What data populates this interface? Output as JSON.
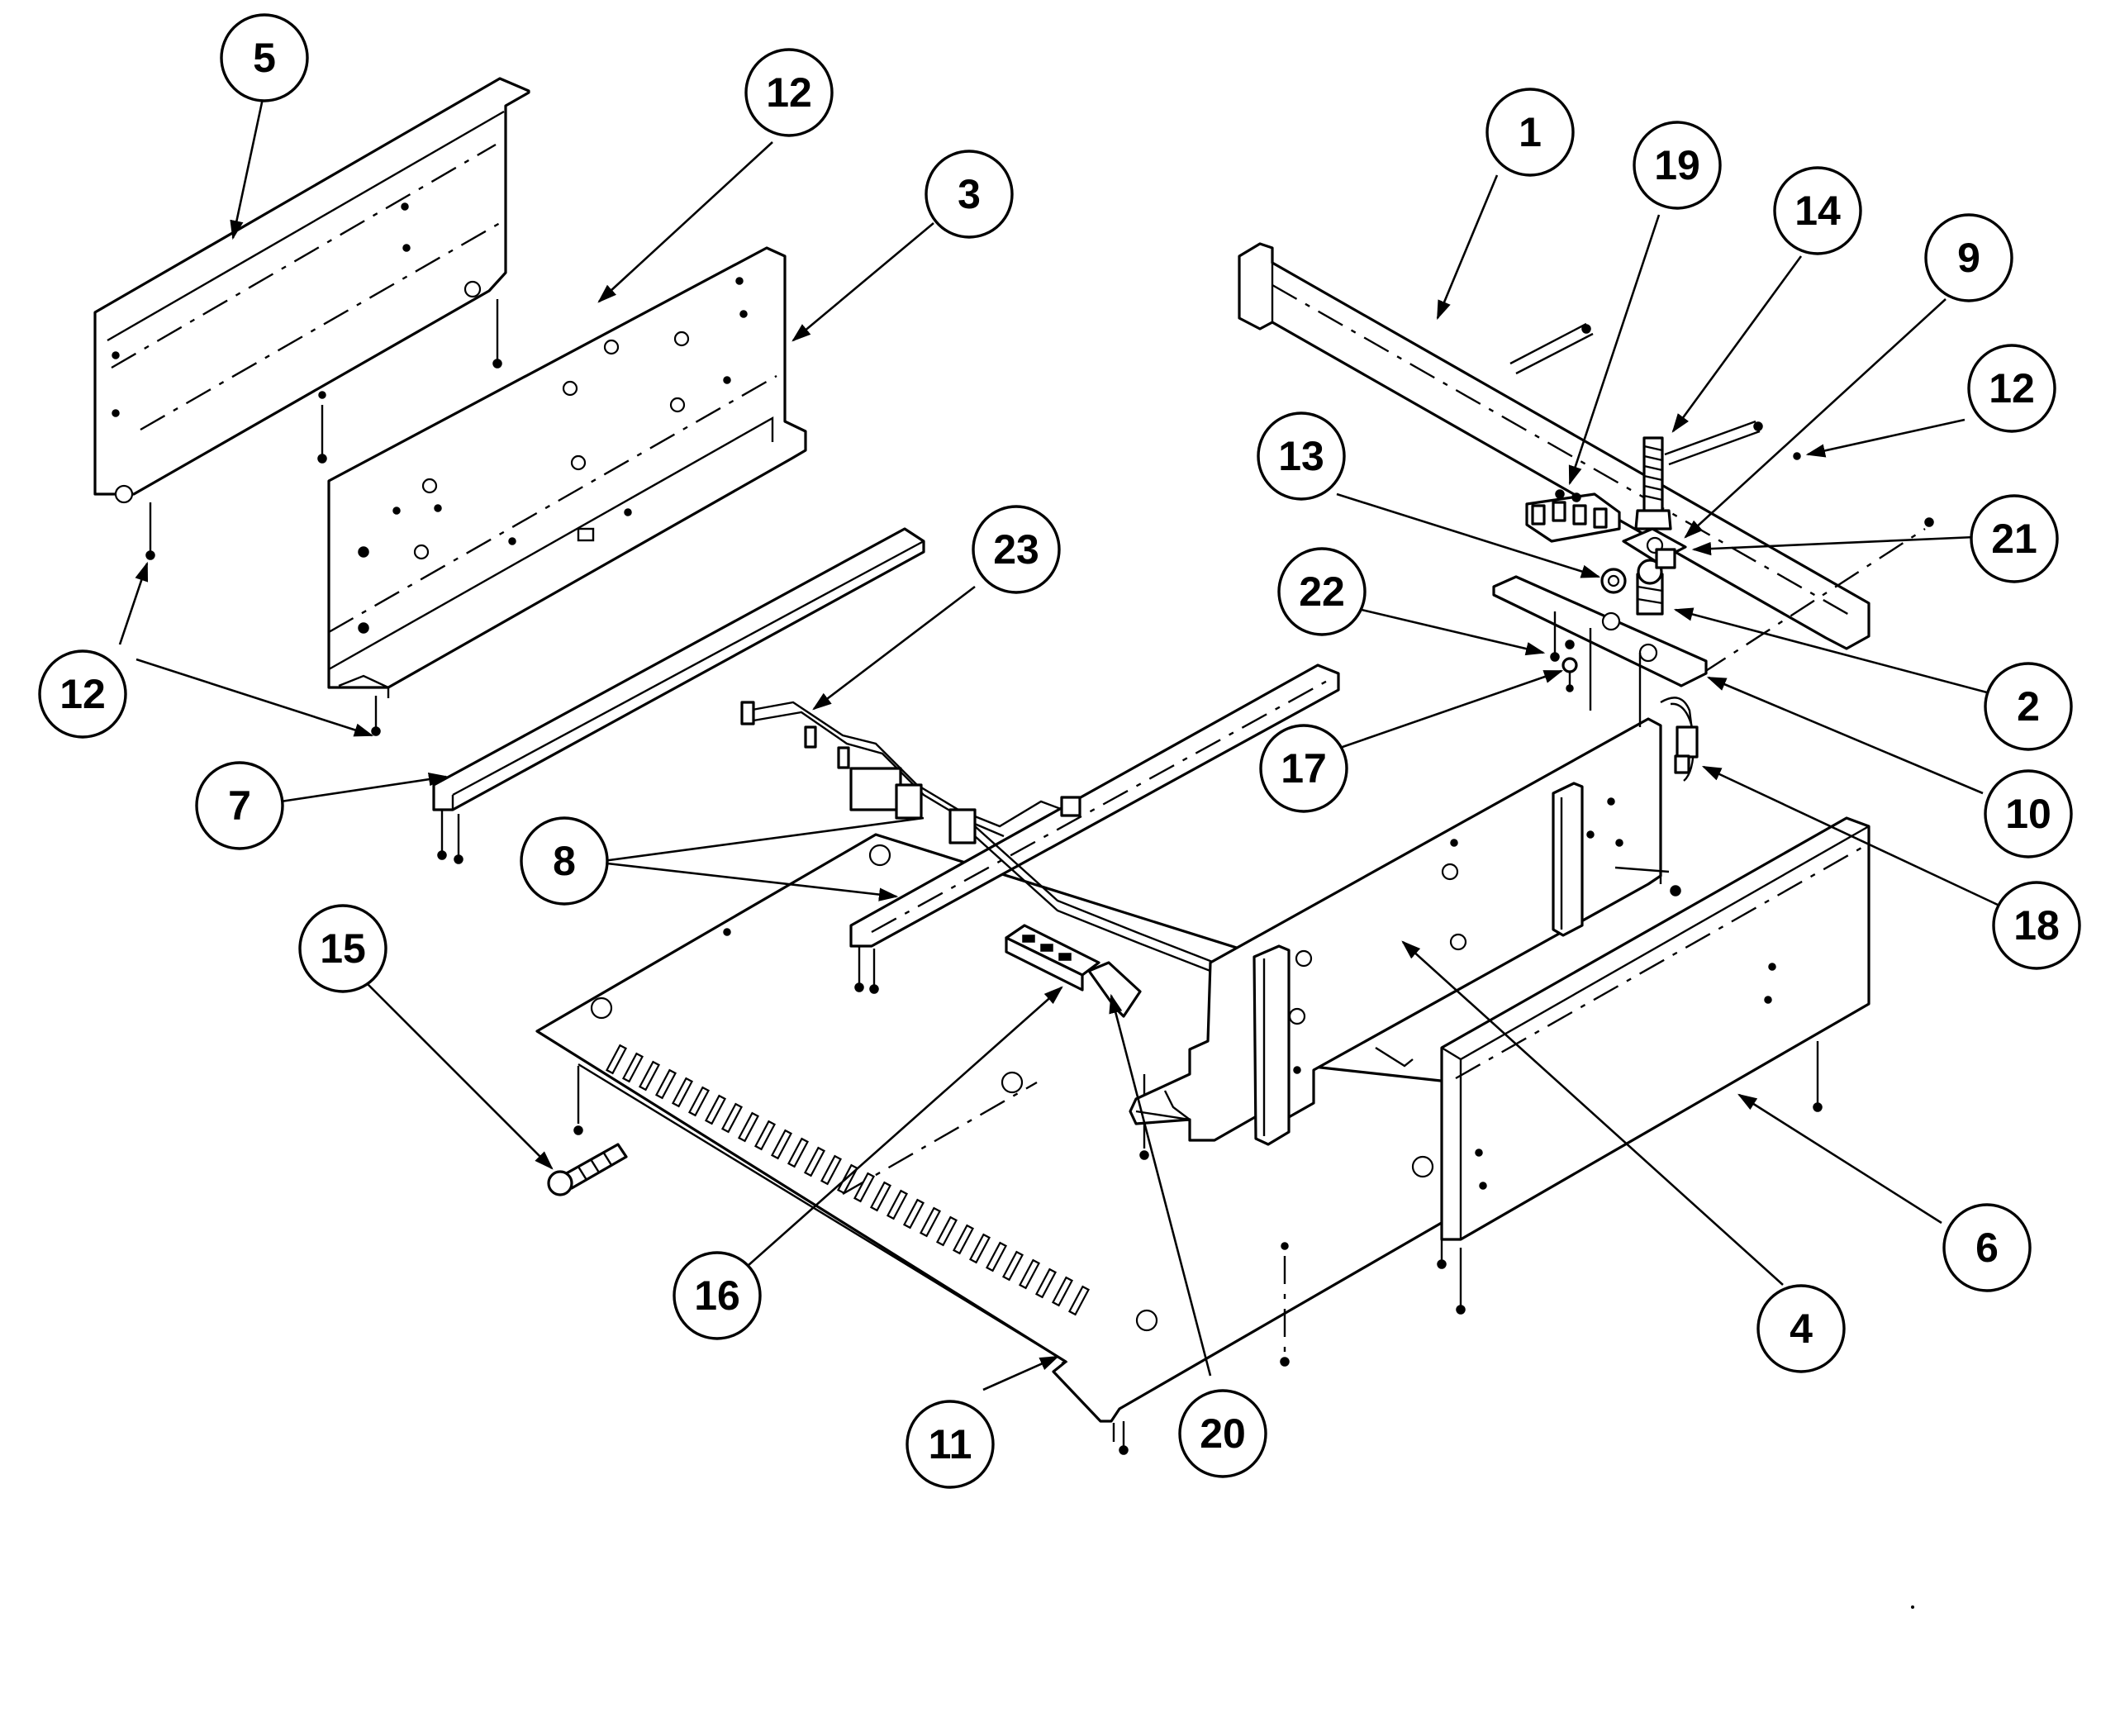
{
  "callouts": {
    "c1": "1",
    "c2": "2",
    "c3": "3",
    "c4": "4",
    "c5": "5",
    "c6": "6",
    "c7": "7",
    "c8": "8",
    "c9": "9",
    "c10": "10",
    "c11": "11",
    "c12a": "12",
    "c12b": "12",
    "c12c": "12",
    "c13": "13",
    "c14": "14",
    "c15": "15",
    "c16": "16",
    "c17": "17",
    "c18": "18",
    "c19": "19",
    "c20": "20",
    "c21": "21",
    "c22": "22",
    "c23": "23"
  }
}
